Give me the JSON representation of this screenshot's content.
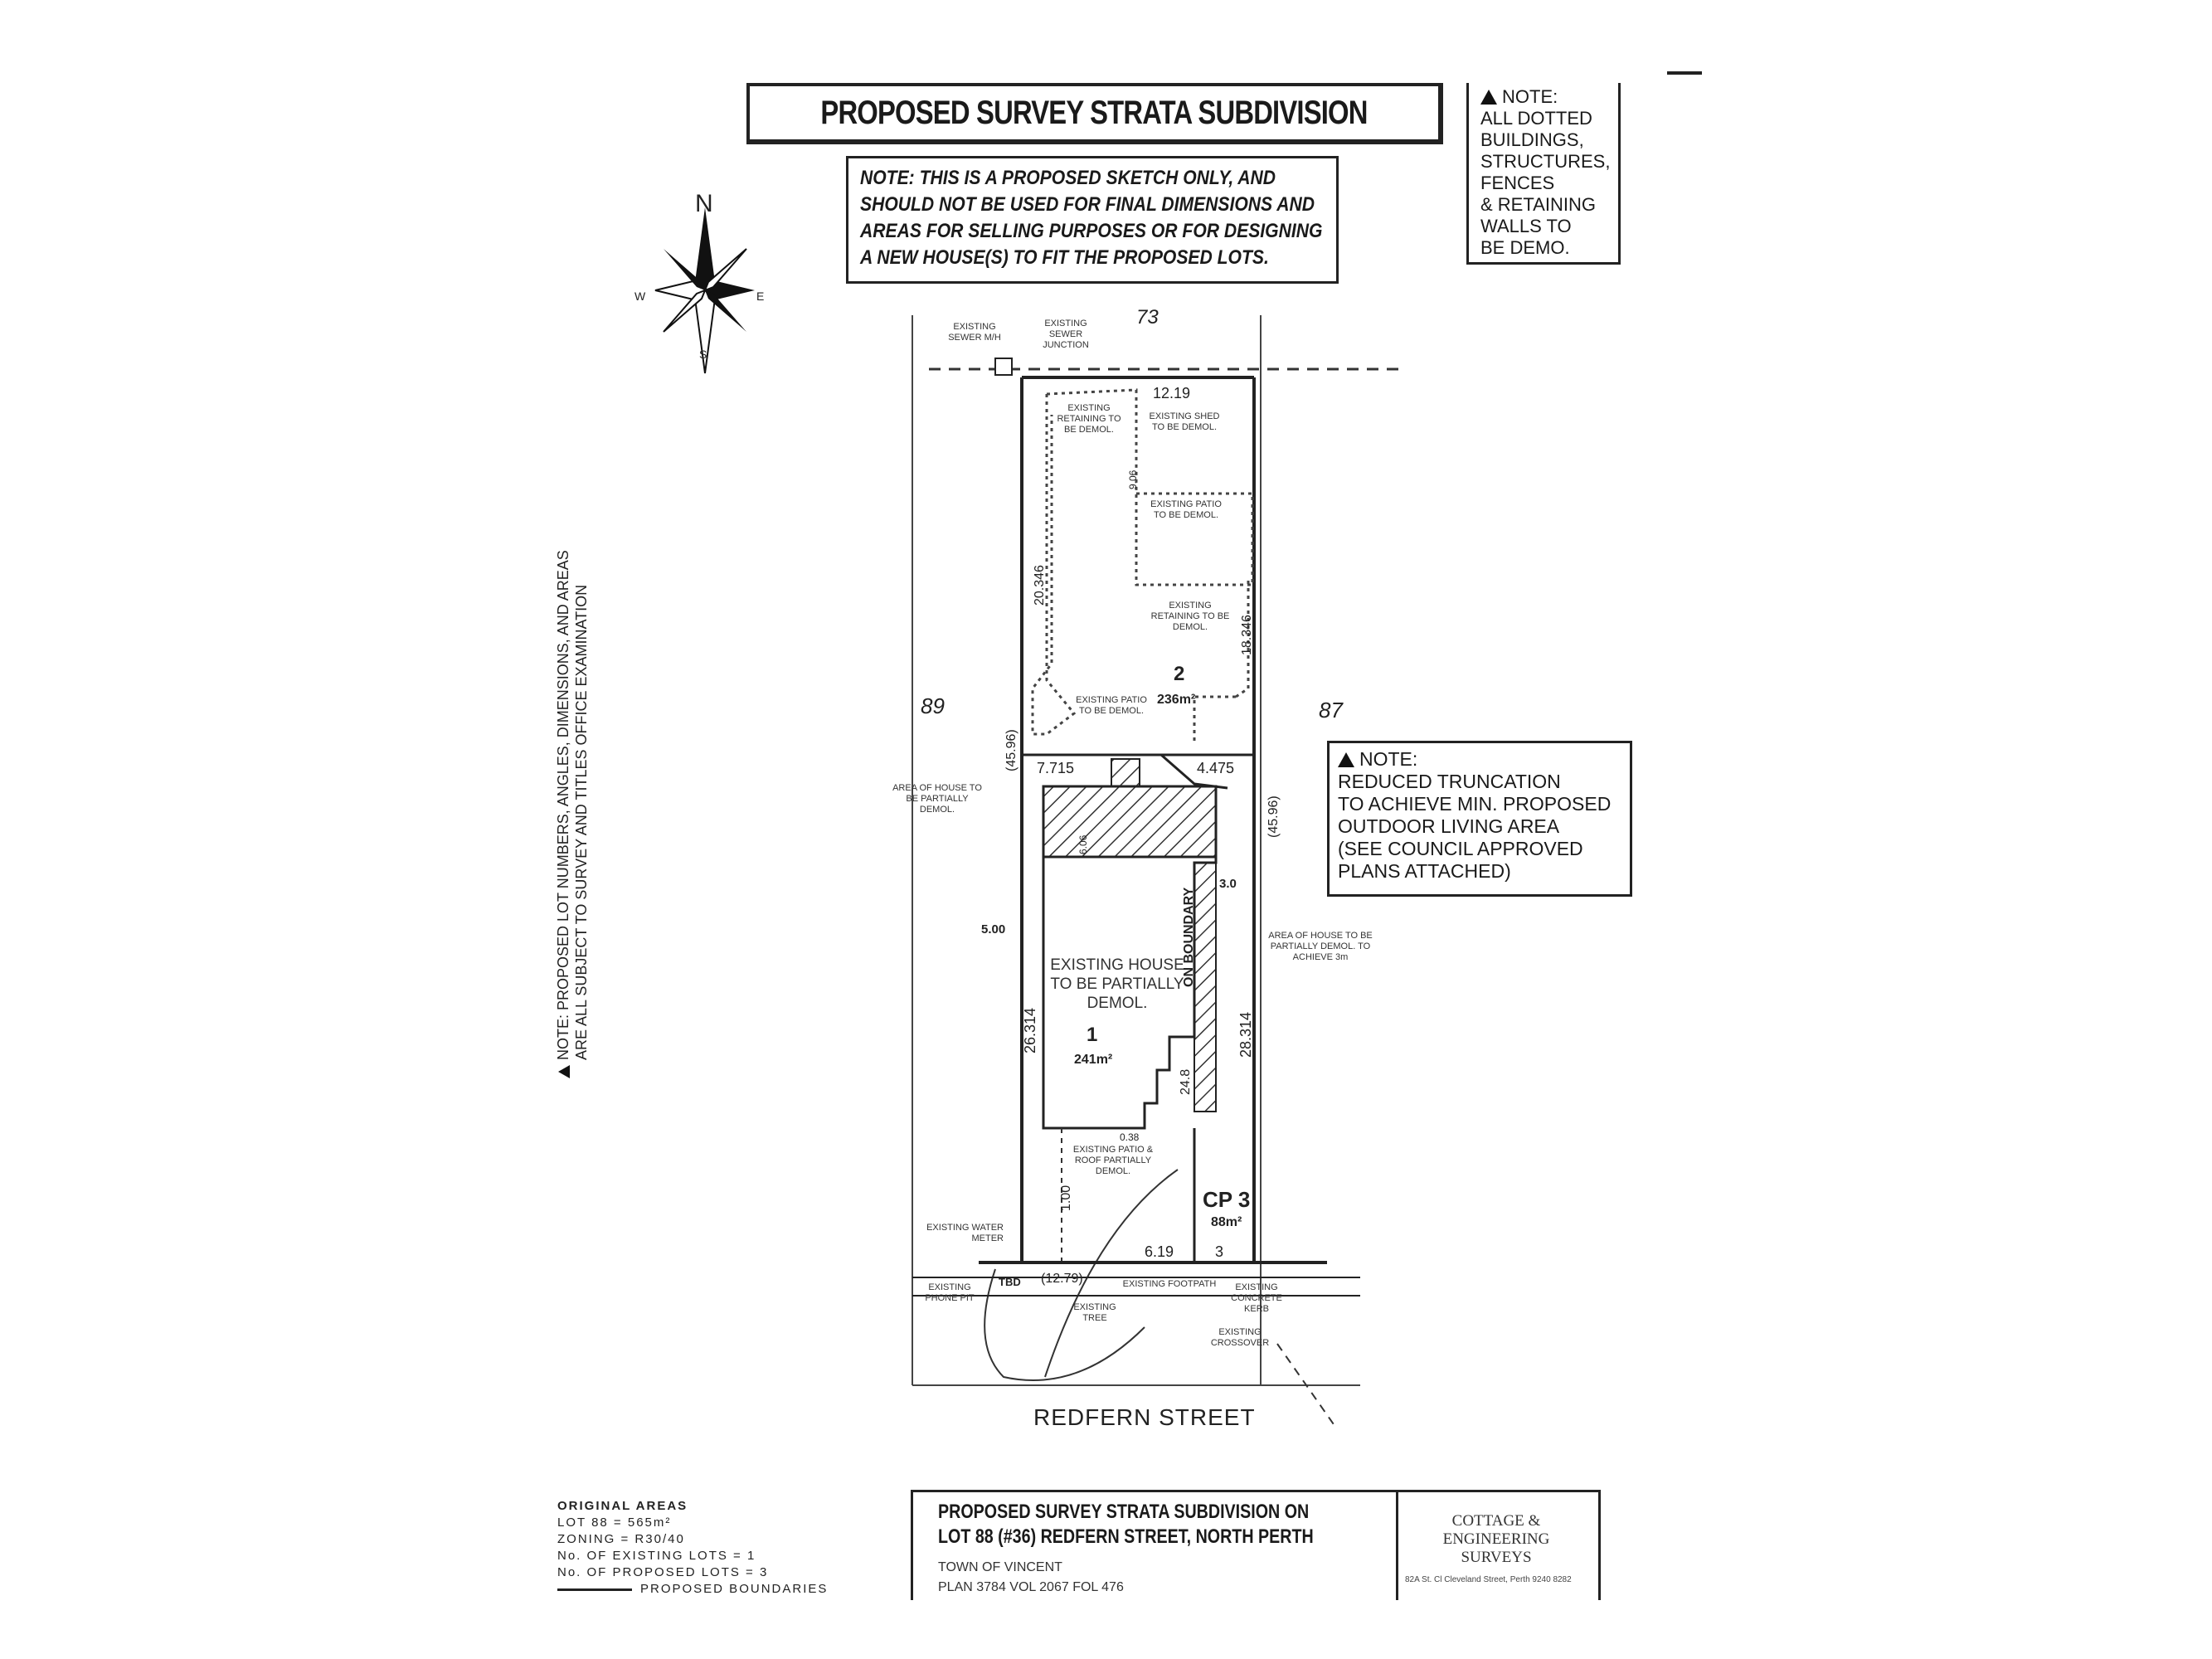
{
  "title": "PROPOSED SURVEY STRATA SUBDIVISION",
  "warning_note": "NOTE: THIS IS A PROPOSED SKETCH ONLY, AND SHOULD NOT BE USED FOR FINAL DIMENSIONS AND AREAS FOR SELLING PURPOSES OR FOR DESIGNING A NEW HOUSE(S) TO FIT THE PROPOSED LOTS.",
  "demo_note": {
    "heading": "NOTE:",
    "lines": [
      "ALL DOTTED",
      "BUILDINGS,",
      "STRUCTURES,",
      "FENCES",
      "& RETAINING",
      "WALLS TO",
      "BE DEMO."
    ]
  },
  "truncation_note": {
    "heading": "NOTE:",
    "lines": [
      "REDUCED TRUNCATION",
      "TO ACHIEVE MIN. PROPOSED",
      "OUTDOOR LIVING AREA",
      "(SEE COUNCIL APPROVED",
      "PLANS ATTACHED)"
    ]
  },
  "side_note": {
    "line1": "NOTE: PROPOSED LOT NUMBERS, ANGLES, DIMENSIONS, AND AREAS",
    "line2": "ARE ALL SUBJECT TO SURVEY AND TITLES OFFICE EXAMINATION"
  },
  "compass": {
    "n": "N",
    "s": "S",
    "e": "E",
    "w": "W"
  },
  "neighbours": {
    "rear": "73",
    "left": "89",
    "right": "87"
  },
  "street": "REDFERN STREET",
  "lots": [
    {
      "number": "1",
      "area": "241m²"
    },
    {
      "number": "2",
      "area": "236m²"
    },
    {
      "number": "CP 3",
      "area": "88m²"
    }
  ],
  "dimensions": {
    "rear_width": "12.19",
    "lot2_left": "20.346",
    "lot2_right": "18.346",
    "left_total": "(45.96)",
    "right_total": "(45.96)",
    "mid_left": "7.715",
    "mid_right": "4.475",
    "setback_left": "5.00",
    "house_side": "3.0",
    "lot1_left": "26.314",
    "lot1_right": "28.314",
    "boundary": "ON BOUNDARY",
    "inner": "24.8",
    "front_left": "1.00",
    "front_cp": "6.19",
    "front_right": "3",
    "frontage": "(12.79)",
    "lot2_inner": "9.06",
    "house_inner": "6.06",
    "fp_small": "0.38"
  },
  "labels": {
    "sewer_manhole": "EXISTING SEWER M/H",
    "sewer_junction": "EXISTING SEWER JUNCTION",
    "retaining_top": "EXISTING RETAINING TO BE DEMOL.",
    "shed": "EXISTING SHED TO BE DEMOL.",
    "patio_upper": "EXISTING PATIO TO BE DEMOL.",
    "retaining_right": "EXISTING RETAINING TO BE DEMOL.",
    "patio_mid": "EXISTING PATIO TO BE DEMOL.",
    "house_area_left": "AREA OF HOUSE TO BE PARTIALLY DEMOL.",
    "house": "EXISTING HOUSE TO BE PARTIALLY DEMOL.",
    "house_area_right": "AREA OF HOUSE TO BE PARTIALLY DEMOL. TO ACHIEVE 3m",
    "patio_front": "EXISTING PATIO & ROOF PARTIALLY DEMOL.",
    "water_meter": "EXISTING WATER METER",
    "phone_pit": "EXISTING PHONE PIT",
    "tree": "EXISTING TREE",
    "footpath": "EXISTING FOOTPATH",
    "kerb": "EXISTING CONCRETE KERB",
    "crossover": "EXISTING CROSSOVER",
    "tbd": "TBD"
  },
  "original_areas": {
    "heading": "ORIGINAL AREAS",
    "lines": [
      "LOT 88 = 565m²",
      "ZONING = R30/40",
      "No. OF EXISTING LOTS = 1",
      "No. OF PROPOSED LOTS = 3"
    ],
    "legend": "PROPOSED BOUNDARIES"
  },
  "title_block": {
    "line1": "PROPOSED SURVEY STRATA SUBDIVISION ON",
    "line2": "LOT 88 (#36) REDFERN STREET, NORTH PERTH",
    "line3": "TOWN OF VINCENT",
    "line4": "PLAN 3784   VOL 2067   FOL 476",
    "firm": "COTTAGE & ENGINEERING SURVEYS",
    "address": "82A St. Cl Cleveland Street, Perth 9240 8282"
  }
}
